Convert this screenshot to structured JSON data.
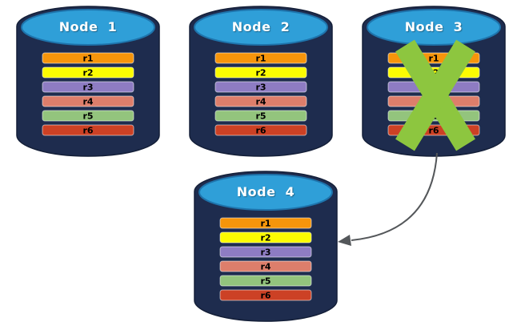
{
  "diagram": {
    "background": "#FFFFFF",
    "nodes": [
      {
        "title": "Node  1",
        "failed": false
      },
      {
        "title": "Node  2",
        "failed": false
      },
      {
        "title": "Node  3",
        "failed": true
      },
      {
        "title": "Node  4",
        "failed": false
      }
    ],
    "replicas": [
      {
        "label": "r1",
        "color": "#F6950B"
      },
      {
        "label": "r2",
        "color": "#FCFC02"
      },
      {
        "label": "r3",
        "color": "#8E7CC3"
      },
      {
        "label": "r4",
        "color": "#DD7E6B"
      },
      {
        "label": "r5",
        "color": "#93C47D"
      },
      {
        "label": "r6",
        "color": "#CC4125"
      }
    ],
    "arrow": {
      "from": "Node  3",
      "to": "Node  4"
    },
    "colors": {
      "background": "#FFFFFF",
      "cylinder_body": "#1E2C4E",
      "cylinder_edge": "#141F38",
      "cylinder_top": "#2F9FD8",
      "cylinder_top_edge": "#1E74AC",
      "fail_x": "#8DC63F",
      "arrow": "#54575A",
      "replica_border": "rgba(255,255,255,0.55)",
      "replica_text": "#000000",
      "title_text": "#FFFFFF"
    }
  }
}
